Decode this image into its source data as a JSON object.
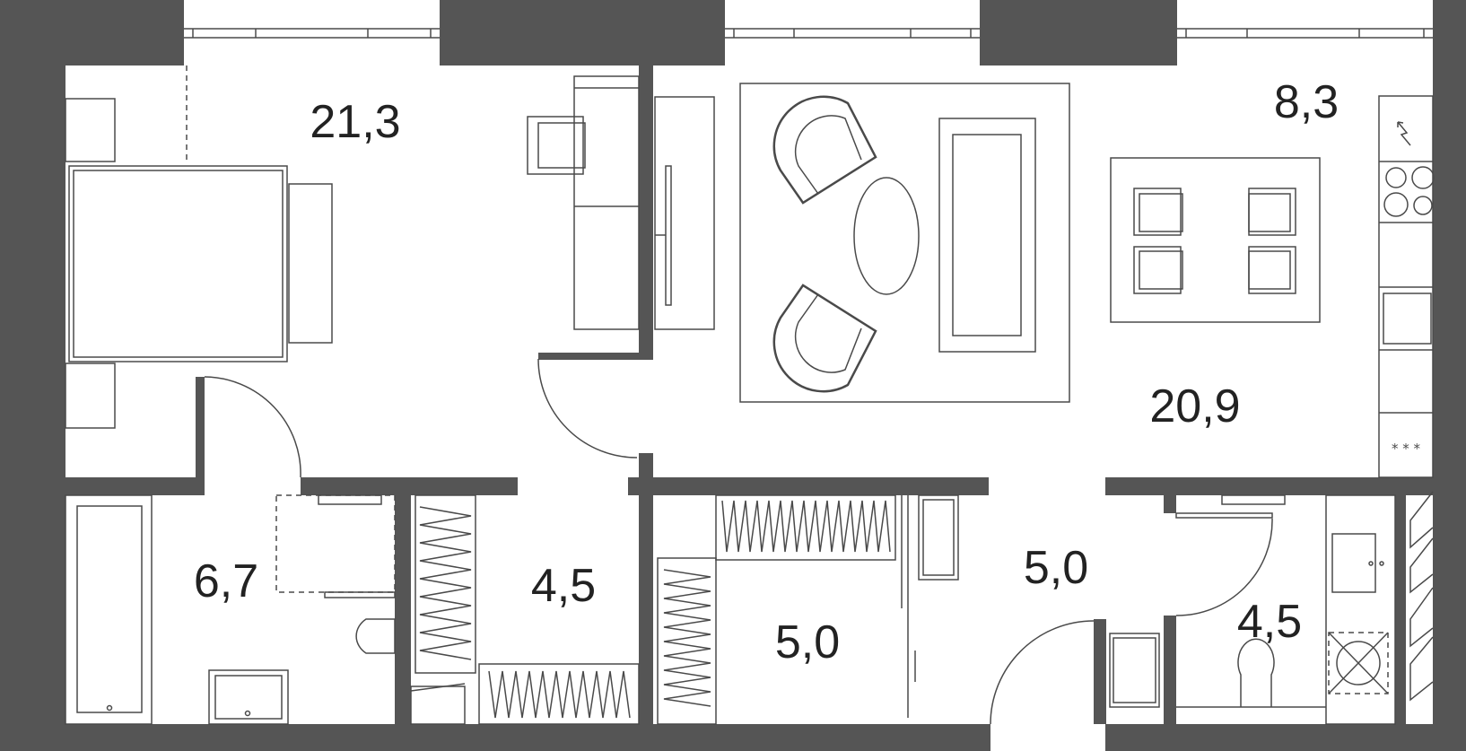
{
  "rooms": [
    {
      "id": "bedroom",
      "area": "21,3"
    },
    {
      "id": "kitchen",
      "area": "8,3"
    },
    {
      "id": "living",
      "area": "20,9"
    },
    {
      "id": "bathroom",
      "area": "6,7"
    },
    {
      "id": "hall-left",
      "area": "4,5"
    },
    {
      "id": "wardrobe",
      "area": "5,0"
    },
    {
      "id": "hall-right",
      "area": "5,0"
    },
    {
      "id": "wc",
      "area": "4,5"
    }
  ],
  "stove_marks": "* * *",
  "colors": {
    "walls": "#555555",
    "lines": "#4a4a4a",
    "text": "#222222"
  }
}
